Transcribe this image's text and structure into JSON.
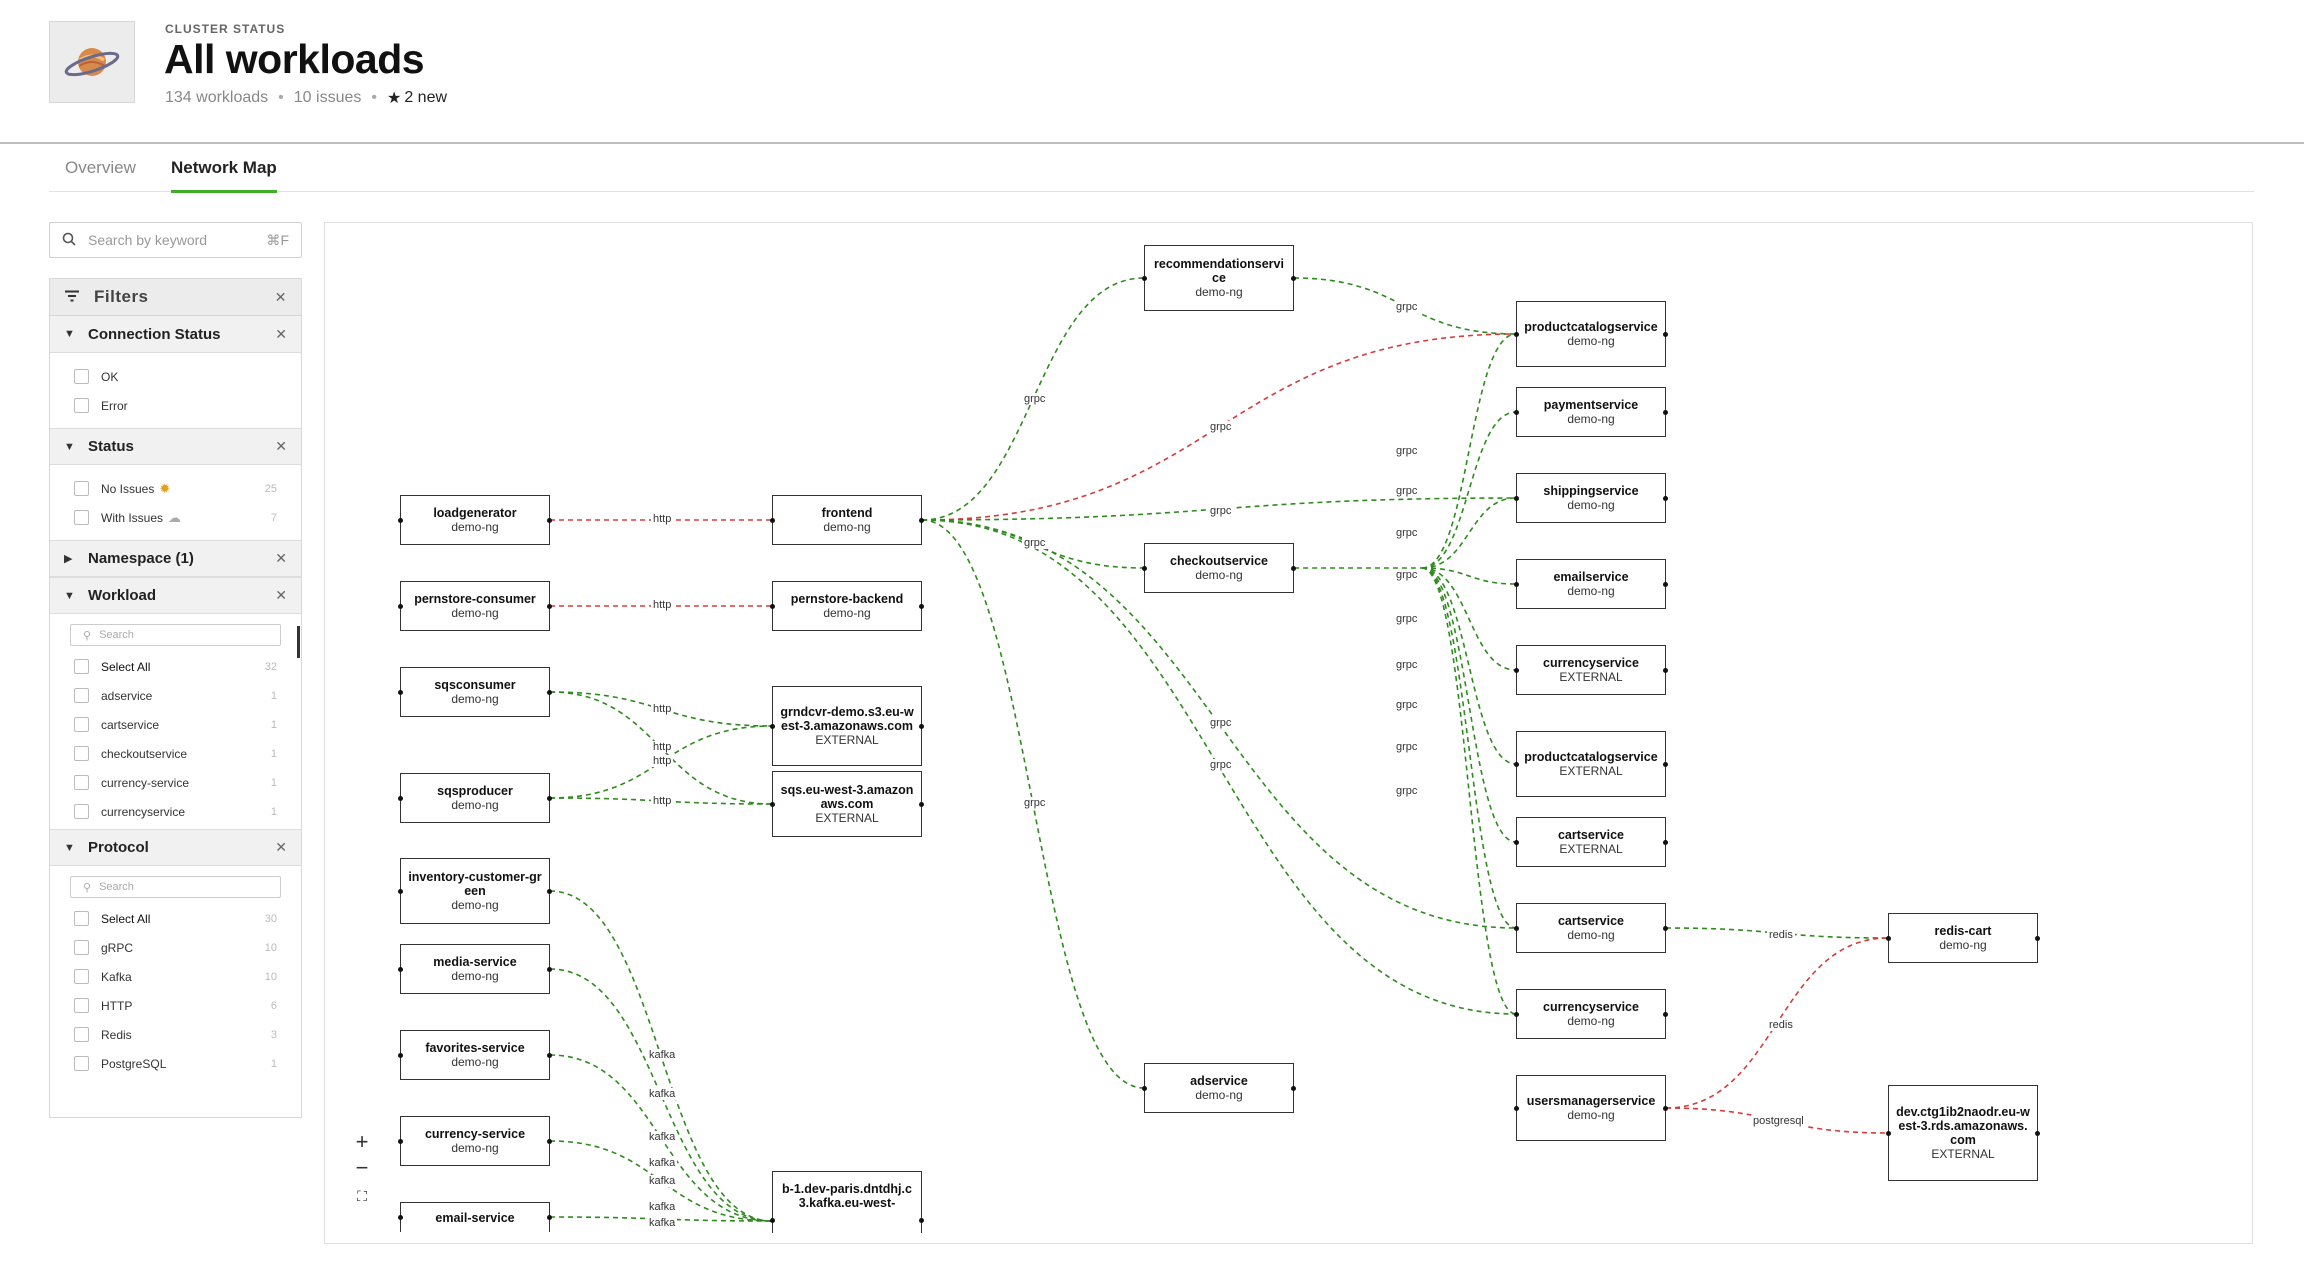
{
  "header": {
    "eyebrow": "CLUSTER STATUS",
    "title": "All workloads",
    "workloads": "134 workloads",
    "issues": "10 issues",
    "new": "2 new"
  },
  "tabs": [
    {
      "label": "Overview",
      "active": false
    },
    {
      "label": "Network Map",
      "active": true
    }
  ],
  "search": {
    "placeholder": "Search by keyword",
    "shortcut": "⌘F"
  },
  "filters": {
    "title": "Filters",
    "connection_status": {
      "title": "Connection Status",
      "options": [
        "OK",
        "Error"
      ]
    },
    "status": {
      "title": "Status",
      "options": [
        {
          "label": "No Issues",
          "count": "25"
        },
        {
          "label": "With Issues",
          "count": "7"
        }
      ]
    },
    "namespace": {
      "title": "Namespace (1)"
    },
    "workload": {
      "title": "Workload",
      "search_placeholder": "Search",
      "options": [
        {
          "label": "Select All",
          "count": "32"
        },
        {
          "label": "adservice",
          "count": "1"
        },
        {
          "label": "cartservice",
          "count": "1"
        },
        {
          "label": "checkoutservice",
          "count": "1"
        },
        {
          "label": "currency-service",
          "count": "1"
        },
        {
          "label": "currencyservice",
          "count": "1"
        }
      ]
    },
    "protocol": {
      "title": "Protocol",
      "search_placeholder": "Search",
      "options": [
        {
          "label": "Select All",
          "count": "30"
        },
        {
          "label": "gRPC",
          "count": "10"
        },
        {
          "label": "Kafka",
          "count": "10"
        },
        {
          "label": "HTTP",
          "count": "6"
        },
        {
          "label": "Redis",
          "count": "3"
        },
        {
          "label": "PostgreSQL",
          "count": "1"
        }
      ]
    }
  },
  "map": {
    "colors": {
      "ok": "#2e8b1e",
      "error": "#d63b3b"
    },
    "nodes": {
      "loadgenerator": {
        "name": "loadgenerator",
        "ns": "demo-ng"
      },
      "pernstore_consumer": {
        "name": "pernstore-consumer",
        "ns": "demo-ng"
      },
      "sqsconsumer": {
        "name": "sqsconsumer",
        "ns": "demo-ng"
      },
      "sqsproducer": {
        "name": "sqsproducer",
        "ns": "demo-ng"
      },
      "inventory": {
        "name": "inventory-customer-green",
        "ns": "demo-ng"
      },
      "media": {
        "name": "media-service",
        "ns": "demo-ng"
      },
      "favorites": {
        "name": "favorites-service",
        "ns": "demo-ng"
      },
      "currency_service": {
        "name": "currency-service",
        "ns": "demo-ng"
      },
      "email_service": {
        "name": "email-service",
        "ns": ""
      },
      "frontend": {
        "name": "frontend",
        "ns": "demo-ng"
      },
      "pernstore_backend": {
        "name": "pernstore-backend",
        "ns": "demo-ng"
      },
      "grndcvr": {
        "name": "grndcvr-demo.s3.eu-west-3.amazonaws.com",
        "ns": "EXTERNAL"
      },
      "sqs": {
        "name": "sqs.eu-west-3.amazonaws.com",
        "ns": "EXTERNAL"
      },
      "kafka": {
        "name": "b-1.dev-paris.dntdhj.c3.kafka.eu-west-",
        "ns": ""
      },
      "recommendation": {
        "name": "recommendationservice",
        "ns": "demo-ng"
      },
      "checkout": {
        "name": "checkoutservice",
        "ns": "demo-ng"
      },
      "adservice": {
        "name": "adservice",
        "ns": "demo-ng"
      },
      "productcatalog": {
        "name": "productcatalogservice",
        "ns": "demo-ng"
      },
      "payment": {
        "name": "paymentservice",
        "ns": "demo-ng"
      },
      "shipping": {
        "name": "shippingservice",
        "ns": "demo-ng"
      },
      "email": {
        "name": "emailservice",
        "ns": "demo-ng"
      },
      "currency_ext": {
        "name": "currencyservice",
        "ns": "EXTERNAL"
      },
      "productcatalog_ext": {
        "name": "productcatalogservice",
        "ns": "EXTERNAL"
      },
      "cart_ext": {
        "name": "cartservice",
        "ns": "EXTERNAL"
      },
      "cart": {
        "name": "cartservice",
        "ns": "demo-ng"
      },
      "currency": {
        "name": "currencyservice",
        "ns": "demo-ng"
      },
      "usersmanager": {
        "name": "usersmanagerservice",
        "ns": "demo-ng"
      },
      "redis": {
        "name": "redis-cart",
        "ns": "demo-ng"
      },
      "rds": {
        "name": "dev.ctg1ib2naodr.eu-west-3.rds.amazonaws.com",
        "ns": "EXTERNAL"
      }
    },
    "edge_labels": {
      "http": "http",
      "grpc": "grpc",
      "kafka": "kafka",
      "redis": "redis",
      "postgresql": "postgresql"
    }
  }
}
